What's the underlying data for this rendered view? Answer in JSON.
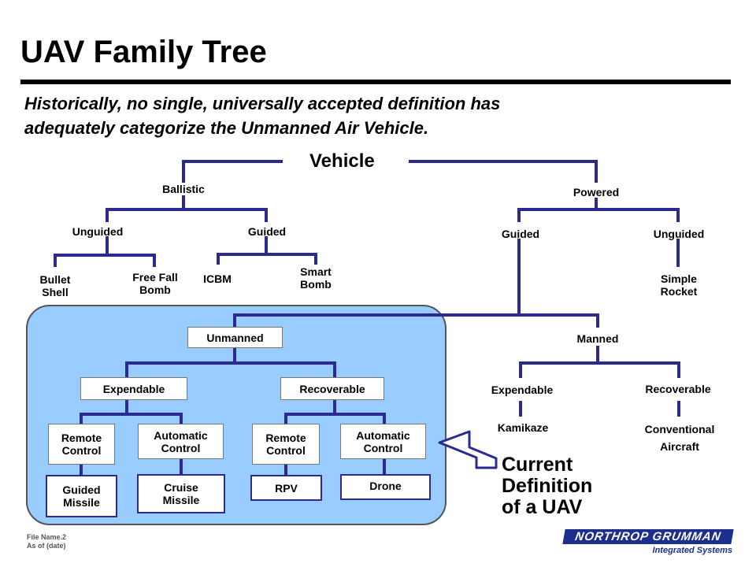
{
  "title": "UAV Family Tree",
  "subtitle_line1": "Historically, no single, universally accepted definition has",
  "subtitle_line2": "adequately categorize the Unmanned Air Vehicle.",
  "tree": {
    "vehicle": "Vehicle",
    "ballistic": "Ballistic",
    "powered": "Powered",
    "ballistic_unguided": "Unguided",
    "ballistic_guided": "Guided",
    "bullet_shell": [
      "Bullet",
      "Shell"
    ],
    "free_fall_bomb": [
      "Free Fall",
      "Bomb"
    ],
    "icbm": "ICBM",
    "smart_bomb": [
      "Smart",
      "Bomb"
    ],
    "powered_guided": "Guided",
    "powered_unguided": "Unguided",
    "simple_rocket": [
      "Simple",
      "Rocket"
    ],
    "unmanned": "Unmanned",
    "manned": "Manned",
    "unmanned_expendable": "Expendable",
    "unmanned_recoverable": "Recoverable",
    "exp_remote_control": [
      "Remote",
      "Control"
    ],
    "exp_automatic_control": [
      "Automatic",
      "Control"
    ],
    "rec_remote_control": [
      "Remote",
      "Control"
    ],
    "rec_automatic_control": [
      "Automatic",
      "Control"
    ],
    "guided_missile": [
      "Guided",
      "Missile"
    ],
    "cruise_missile": [
      "Cruise",
      "Missile"
    ],
    "rpv": "RPV",
    "drone": "Drone",
    "manned_expendable": "Expendable",
    "manned_recoverable": "Recoverable",
    "kamikaze": "Kamikaze",
    "conventional_aircraft": [
      "Conventional",
      "Aircraft"
    ]
  },
  "callout": [
    "Current",
    "Definition",
    "of a UAV"
  ],
  "footer": {
    "file_name": "File Name.2",
    "as_of": "As of (date)"
  },
  "logo": {
    "name": "NORTHROP GRUMMAN",
    "division": "Integrated Systems"
  },
  "colors": {
    "line": "#2a2a90",
    "panel": "#99ccff",
    "arrow": "#2a2a90"
  }
}
